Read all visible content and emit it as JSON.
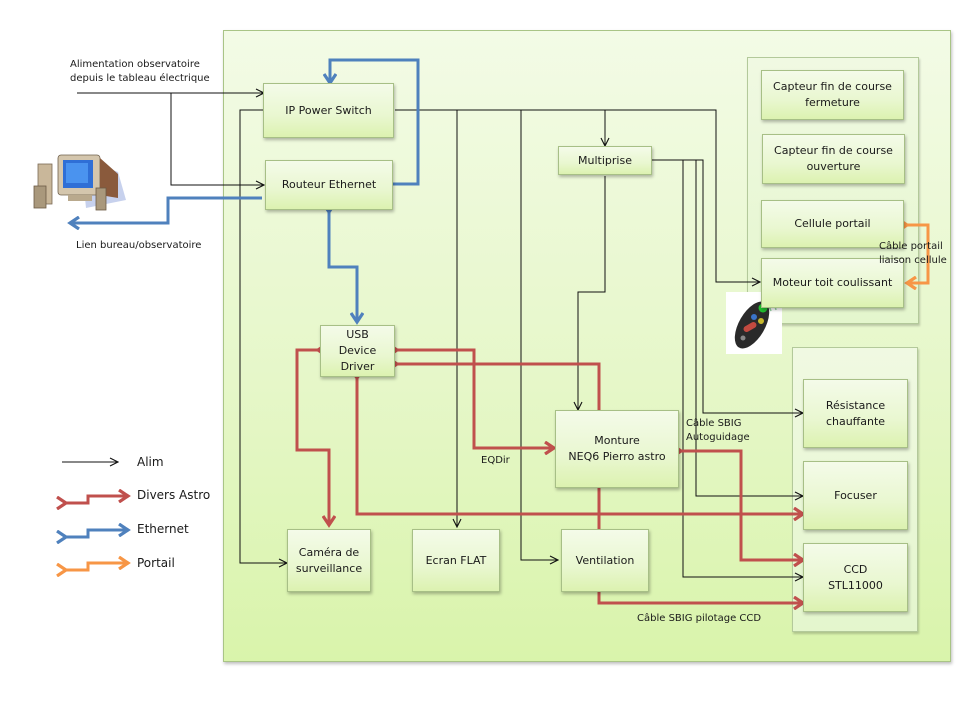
{
  "colors": {
    "alim": "#111111",
    "divers_astro": "#c0504d",
    "ethernet": "#4f81bd",
    "portail": "#f79646",
    "panel_fill": "#e6f7c9"
  },
  "external": {
    "supply_label": "Alimentation observatoire\ndepuis le tableau électrique",
    "office_link_label": "Lien bureau/observatoire",
    "computer_icon": "desktop-computer-icon"
  },
  "boxes": {
    "ip_power_switch": "IP Power Switch",
    "routeur_ethernet": "Routeur Ethernet",
    "multiprise": "Multiprise",
    "usb_device_driver": "USB\nDevice\nDriver",
    "monture": "Monture\nNEQ6 Pierro astro",
    "camera_surveillance": "Caméra de\nsurveillance",
    "ecran_flat": "Ecran FLAT",
    "ventilation": "Ventilation",
    "capteur_fermeture": "Capteur fin de course\nfermeture",
    "capteur_ouverture": "Capteur fin de course\nouverture",
    "cellule_portail": "Cellule portail",
    "moteur_toit": "Moteur toit coulissant",
    "resistance": "Résistance\nchauffante",
    "focuser": "Focuser",
    "ccd": "CCD\nSTL11000"
  },
  "wire_labels": {
    "cable_portail": "Câble portail\nliaison cellule",
    "eqdir": "EQDir",
    "sbig_autoguidage": "Câble SBIG\nAutoguidage",
    "sbig_pilotage": "Câble SBIG pilotage CCD"
  },
  "remote_icon": "remote-control-icon",
  "legend": [
    {
      "key": "alim",
      "label": "Alim"
    },
    {
      "key": "divers_astro",
      "label": "Divers Astro"
    },
    {
      "key": "ethernet",
      "label": "Ethernet"
    },
    {
      "key": "portail",
      "label": "Portail"
    }
  ]
}
